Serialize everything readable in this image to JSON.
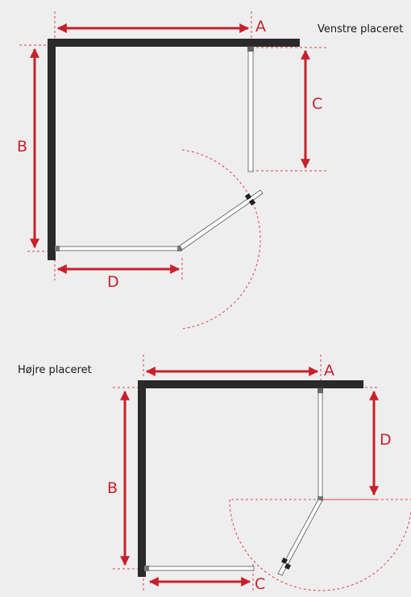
{
  "headings": {
    "left": "Venstre placeret",
    "right": "Højre placeret"
  },
  "labels": {
    "top": {
      "a": "A",
      "b": "B",
      "c": "C",
      "d": "D"
    },
    "bottom": {
      "a": "A",
      "b": "B",
      "c": "C",
      "d": "D"
    }
  },
  "colors": {
    "background": "#eeeeef",
    "wall": "#2a2a2a",
    "dimension": "#c8202b",
    "guide": "#e0404a",
    "glass": "#ffffff",
    "glass_edge": "#555555"
  }
}
